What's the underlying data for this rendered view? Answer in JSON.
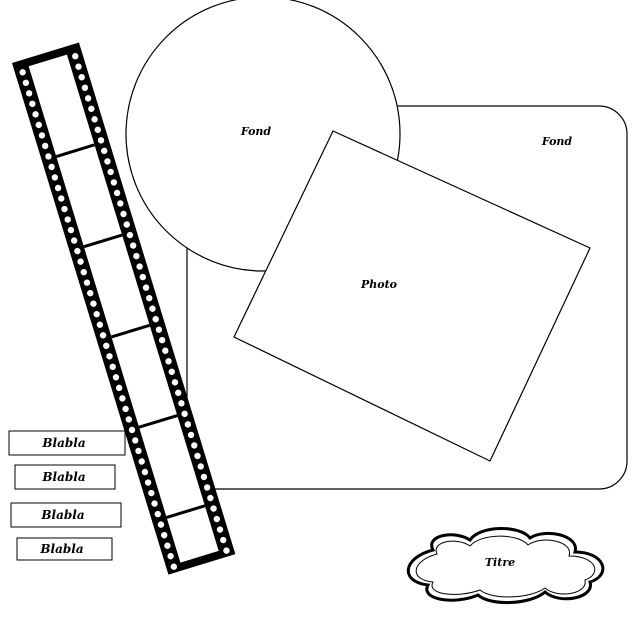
{
  "background_label_circle": "Fond",
  "background_label_square": "Fond",
  "photo_label": "Photo",
  "title_label": "Titre",
  "text_boxes": [
    "Blabla",
    "Blabla",
    "Blabla",
    "Blabla"
  ],
  "film_frame_count": 5,
  "colors": {
    "stroke": "#000000",
    "fill": "#ffffff"
  }
}
